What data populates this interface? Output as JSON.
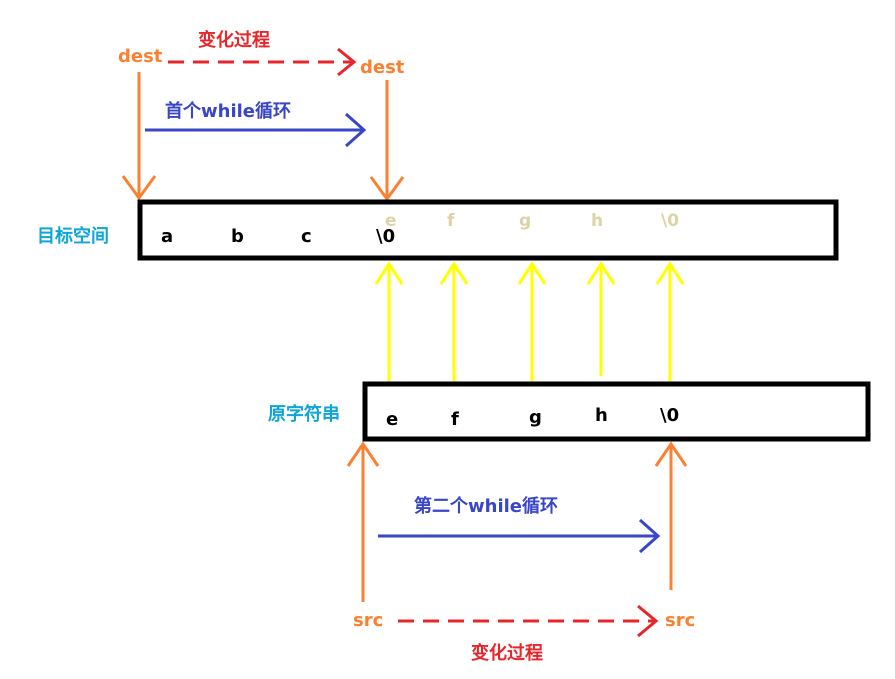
{
  "colors": {
    "orange": "#fb8132",
    "red": "#e8262a",
    "blue": "#3a46c8",
    "yellow": "#ffff00",
    "cyan_label": "#0ea5d8",
    "faded": "#dcd3a6",
    "black": "#000000"
  },
  "top": {
    "dest_start": "dest",
    "dest_end": "dest",
    "change_label": "变化过程",
    "loop_label": "首个while循环"
  },
  "target_box": {
    "label": "目标空间",
    "chars": [
      "a",
      "b",
      "c",
      "\\0"
    ],
    "faded_chars": [
      "e",
      "f",
      "g",
      "h",
      "\\0"
    ]
  },
  "source_box": {
    "label": "原字符串",
    "chars": [
      "e",
      "f",
      "g",
      "h",
      "\\0"
    ]
  },
  "bottom": {
    "src_start": "src",
    "src_end": "src",
    "change_label": "变化过程",
    "loop_label": "第二个while循环"
  }
}
